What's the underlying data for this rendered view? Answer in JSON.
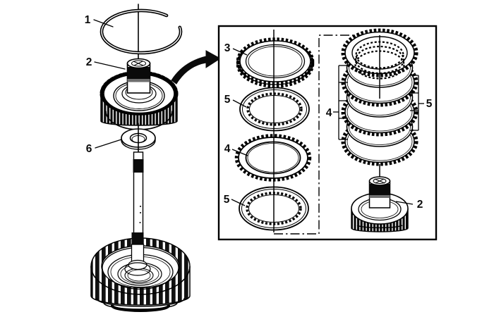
{
  "colors": {
    "background": "#ffffff",
    "line": "#000000",
    "label": "#0a0a0a"
  },
  "main_view": {
    "callouts": {
      "snap_ring": "1",
      "clutch_drum": "2",
      "thrust_washer": "6"
    }
  },
  "detail_box": {
    "callouts": {
      "backing_plate": "3",
      "steel_plate_upper": "5",
      "friction_plate": "4",
      "steel_plate_lower": "5",
      "stack_friction_plates": "4",
      "stack_steel_plates": "5",
      "clutch_hub": "2"
    }
  }
}
